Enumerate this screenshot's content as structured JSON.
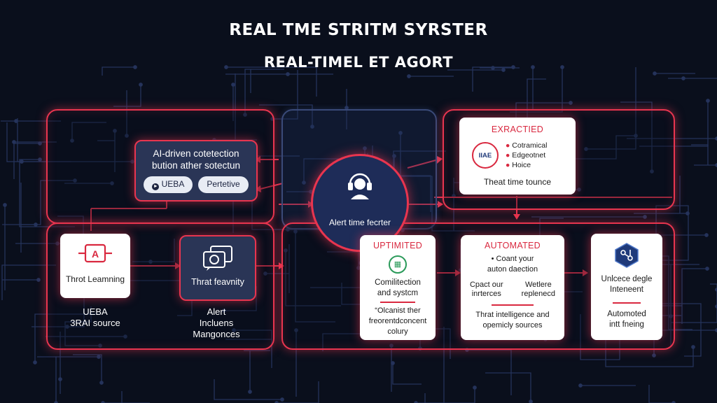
{
  "title_primary": "REAL TME STRITM SYRSTER",
  "title_secondary": "REAL-TIMEL ET AGORT",
  "ai_card": {
    "line1": "AI-driven cotetection",
    "line2": "bution ather sotectun",
    "pill_left": "UEBA",
    "pill_right": "Pertetive"
  },
  "threat_learning": {
    "label": "Throt Leamning"
  },
  "left_caption": {
    "line1": "UEBA",
    "line2": "3RAI source"
  },
  "threat_activity": {
    "label": "Thrat feavnity"
  },
  "alert_caption": {
    "line1": "Alert",
    "line2": "Incluens",
    "line3": "Mangonces"
  },
  "hub": {
    "label": "Alert time fecrter"
  },
  "extracted_card": {
    "header": "EXRACTIED",
    "logo_text": "IIAE",
    "items": [
      "Cotramical",
      "Edgeotnet",
      "Hoice"
    ],
    "footer": "Theat time tounce"
  },
  "optimized_card": {
    "header": "UPTIMITED",
    "line1": "Comilitection",
    "line2": "and systcm",
    "line3": "Olcanist ther",
    "line4": "freorentdconcent",
    "line5": "colury"
  },
  "automated_card": {
    "header": "AUTOMATED",
    "bullet1": "Coant your",
    "bullet2": "auton daection",
    "col_left_1": "Cpact our",
    "col_left_2": "inrterces",
    "col_right_1": "Wetlere",
    "col_right_2": "replenecd",
    "footer1": "Thrat intelligence and",
    "footer2": "opemicly sources"
  },
  "unique_card": {
    "line1": "Unlcece degle",
    "line2": "Inteneent",
    "line3": "Automoted",
    "line4": "intt fneing"
  },
  "colors": {
    "accent": "#e8354f",
    "background": "#0a0f1c",
    "panel": "#2a3556",
    "icon_blue": "#1f3a7a"
  }
}
